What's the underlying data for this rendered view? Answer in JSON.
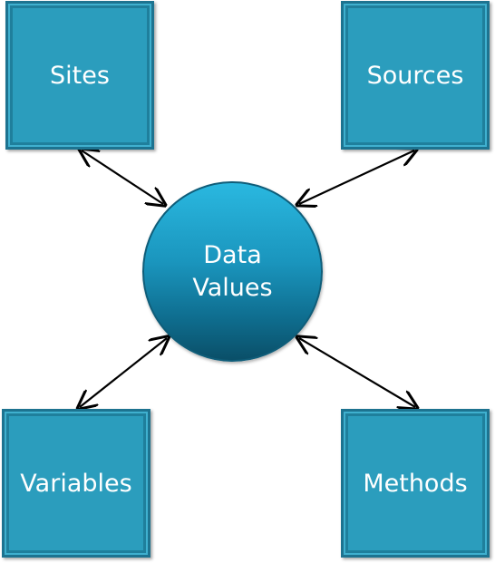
{
  "diagram": {
    "center": {
      "line1": "Data",
      "line2": "Values"
    },
    "nodes": {
      "sites": "Sites",
      "sources": "Sources",
      "variables": "Variables",
      "methods": "Methods"
    },
    "colors": {
      "box_fill": "#2b9dbd",
      "box_border": "#1d7390",
      "circle_top": "#2ab8e0",
      "circle_bottom": "#0a4f68",
      "arrow": "#000000",
      "text": "#ffffff"
    }
  }
}
